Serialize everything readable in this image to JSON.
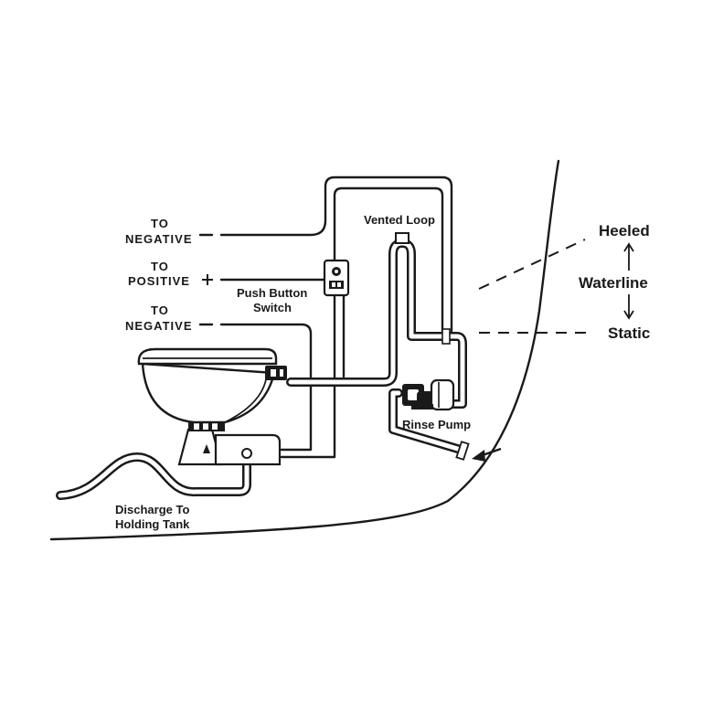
{
  "labels": {
    "to_negative_top_line1": "TO",
    "to_negative_top_line2": "NEGATIVE",
    "to_positive_line1": "TO",
    "to_positive_line2": "POSITIVE",
    "to_negative_bottom_line1": "TO",
    "to_negative_bottom_line2": "NEGATIVE",
    "vented_loop": "Vented Loop",
    "push_button_line1": "Push Button",
    "push_button_line2": "Switch",
    "rinse_pump": "Rinse Pump",
    "discharge_line1": "Discharge To",
    "discharge_line2": "Holding Tank",
    "heeled": "Heeled",
    "waterline": "Waterline",
    "static": "Static"
  },
  "icons": {
    "switch": "push-button-switch-icon",
    "toilet": "marine-toilet-icon",
    "pump": "rinse-pump-icon",
    "intake_arrow": "arrow-icon",
    "up_arrow": "arrow-up-icon",
    "down_arrow": "arrow-down-icon"
  },
  "colors": {
    "ink": "#1a1a1a",
    "background": "#ffffff"
  }
}
